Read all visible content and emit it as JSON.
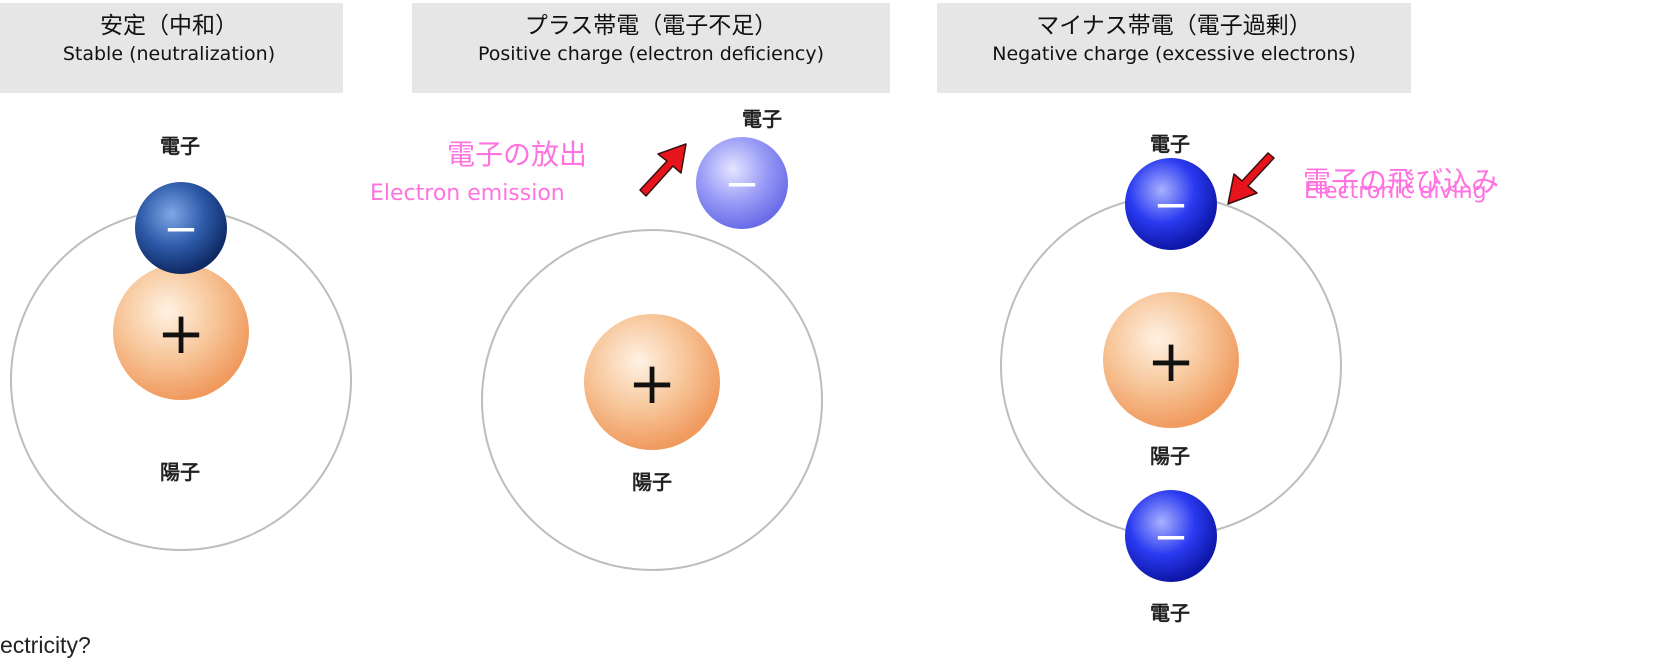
{
  "panels": [
    {
      "title_jp": "安定（中和）",
      "title_en": "Stable (neutralization)"
    },
    {
      "title_jp": "プラス帯電（電子不足）",
      "title_en": "Positive charge (electron deficiency)"
    },
    {
      "title_jp": "マイナス帯電（電子過剰）",
      "title_en": "Negative charge (excessive electrons)"
    }
  ],
  "labels": {
    "electron": "電子",
    "proton": "陽子"
  },
  "symbols": {
    "minus": "−",
    "plus": "+"
  },
  "annotations": {
    "emission_jp": "電子の放出",
    "emission_en": "Electron emission",
    "diving_jp": "電子の飛び込み",
    "diving_en": "Electronic diving"
  },
  "page_fragment": "ectricity?",
  "colors": {
    "header_bg": "#e6e6e6",
    "annotation": "#ff72e0",
    "arrow": "#e8141c",
    "electron_dark": "#1a3f8f",
    "electron_bright": "#1c2de0",
    "electron_light": "#8a8cf5",
    "proton": "#f6b27c"
  }
}
